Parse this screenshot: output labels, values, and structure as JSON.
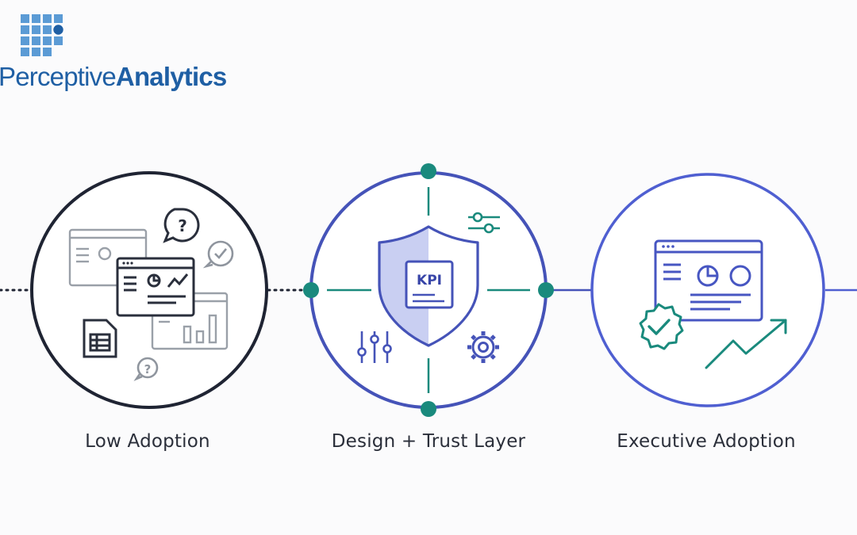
{
  "logo": {
    "text_light": "Perceptive",
    "text_bold": "Analytics",
    "brand_color": "#1f5fa4",
    "mark_color": "#5b9bd5"
  },
  "stages": [
    {
      "label": "Low Adoption",
      "ring_color": "#1f2433",
      "icons": [
        "dashboard-stack-icon",
        "question-bubble-icon",
        "check-bubble-icon",
        "spreadsheet-icon",
        "question-circle-icon",
        "bar-chart-window-icon"
      ]
    },
    {
      "label": "Design + Trust Layer",
      "ring_color": "#4553b8",
      "node_color": "#1a8a7d",
      "badge_text": "KPI",
      "icons": [
        "shield-icon",
        "sliders-horizontal-icon",
        "sliders-vertical-icon",
        "gear-icon"
      ]
    },
    {
      "label": "Executive Adoption",
      "ring_color": "#4f5fd1",
      "icons": [
        "dashboard-window-icon",
        "verified-badge-icon",
        "trend-up-arrow-icon"
      ]
    }
  ],
  "colors": {
    "dark_ring": "#1f2433",
    "blue_ring": "#4553b8",
    "teal": "#1a8a7d",
    "icon_gray": "#9aa0a8",
    "icon_dark": "#2a2f3c",
    "icon_blue": "#4756c2"
  }
}
